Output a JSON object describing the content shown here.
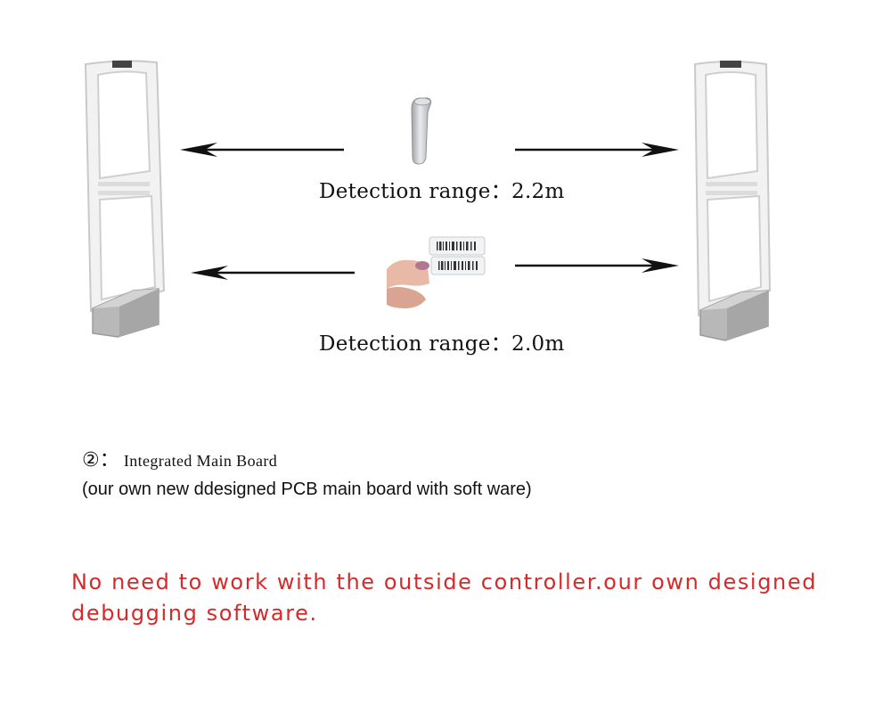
{
  "detection": {
    "hard_tag": {
      "label": "Detection range：2.2m"
    },
    "soft_label": {
      "label": "Detection range：2.0m"
    }
  },
  "board": {
    "number": "②：",
    "title": "Integrated Main Board",
    "description": "(our own new ddesigned PCB main board with soft ware)"
  },
  "note": {
    "text": "No need to work with the outside controller.our own designed debugging software.",
    "color": "#d42a2a"
  },
  "icons": {
    "gate_left": "antenna-gate-icon",
    "gate_right": "antenna-gate-icon",
    "hard_tag": "hard-tag-icon",
    "soft_label": "soft-label-icon",
    "arrows": "arrow-icon"
  }
}
